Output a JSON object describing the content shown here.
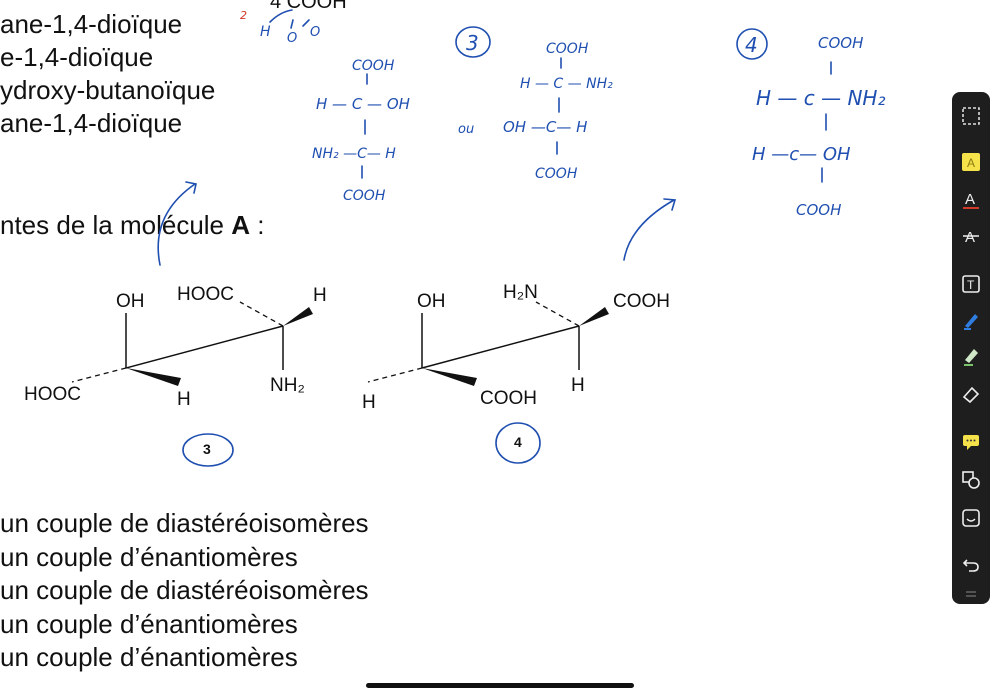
{
  "top_list": {
    "line1": "ane-1,4-dioïque",
    "line2": "e-1,4-dioïque",
    "line3": "ydroxy-butanoïque",
    "line4": "ane-1,4-dioïque"
  },
  "section": {
    "prefix": "ntes de la molécule ",
    "bold": "A",
    "suffix": " :"
  },
  "molecule3": {
    "oh": "OH",
    "hooc_top": "HOOC",
    "h_right": "H",
    "nh2": "NH₂",
    "hooc_left": "HOOC",
    "h_bottom": "H",
    "label": "3"
  },
  "molecule4": {
    "oh": "OH",
    "h2n": "H₂N",
    "cooh_right": "COOH",
    "h_right": "H",
    "h_left": "H",
    "cooh_bottom": "COOH",
    "label": "4"
  },
  "answers": [
    "un couple de diastéréoisomères",
    "un couple d’énantiomères",
    "un couple de diastéréoisomères",
    "un couple d’énantiomères",
    "un couple d’énantiomères"
  ],
  "handwriting": {
    "top_cooh": "4 COOH",
    "red_mark": "2",
    "top_h": "H",
    "top_o1": "O",
    "top_o2": "O",
    "fischer1": {
      "top": "COOH",
      "r1": "H — C — OH",
      "r2": "NH₂ —C— H",
      "bottom": "COOH"
    },
    "or_word": "ou",
    "circle3": "3",
    "fischer2": {
      "top": "COOH",
      "r1": "H — C — NH₂",
      "r2": "OH —C— H",
      "bottom": "COOH"
    },
    "circle4": "4",
    "fischer3": {
      "top": "COOH",
      "r1": "H — c — NH₂",
      "r2": "H —c— OH",
      "bottom": "COOH"
    }
  },
  "toolbar": {
    "tools": [
      "lasso-select",
      "highlighter-yellow",
      "text-red",
      "text-strike",
      "text-box",
      "pen-blue",
      "highlighter",
      "eraser",
      "comment",
      "shapes",
      "sticker",
      "undo"
    ]
  },
  "colors": {
    "ink": "#1f4fb0",
    "highlight": "#f5e14a",
    "red": "#d23a2a",
    "toolbar": "#1e1e1e"
  }
}
